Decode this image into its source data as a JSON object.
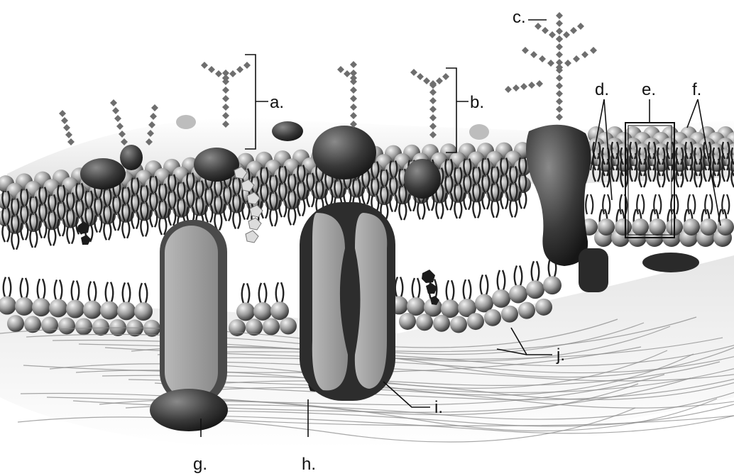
{
  "figure": {
    "labels": {
      "a": "a.",
      "b": "b.",
      "c": "c.",
      "d": "d.",
      "e": "e.",
      "f": "f.",
      "g": "g.",
      "h": "h.",
      "i": "i.",
      "j": "j."
    }
  },
  "colors": {
    "head_light": "#e6e6e6",
    "head_dark": "#5a5a5a",
    "protein_dark": "#2e2e2e",
    "protein_light": "#9a9a9a",
    "tail": "#2a2a2a",
    "cytoskeleton": "#8a8a8a",
    "carbohydrate": "#6e6e6e"
  }
}
